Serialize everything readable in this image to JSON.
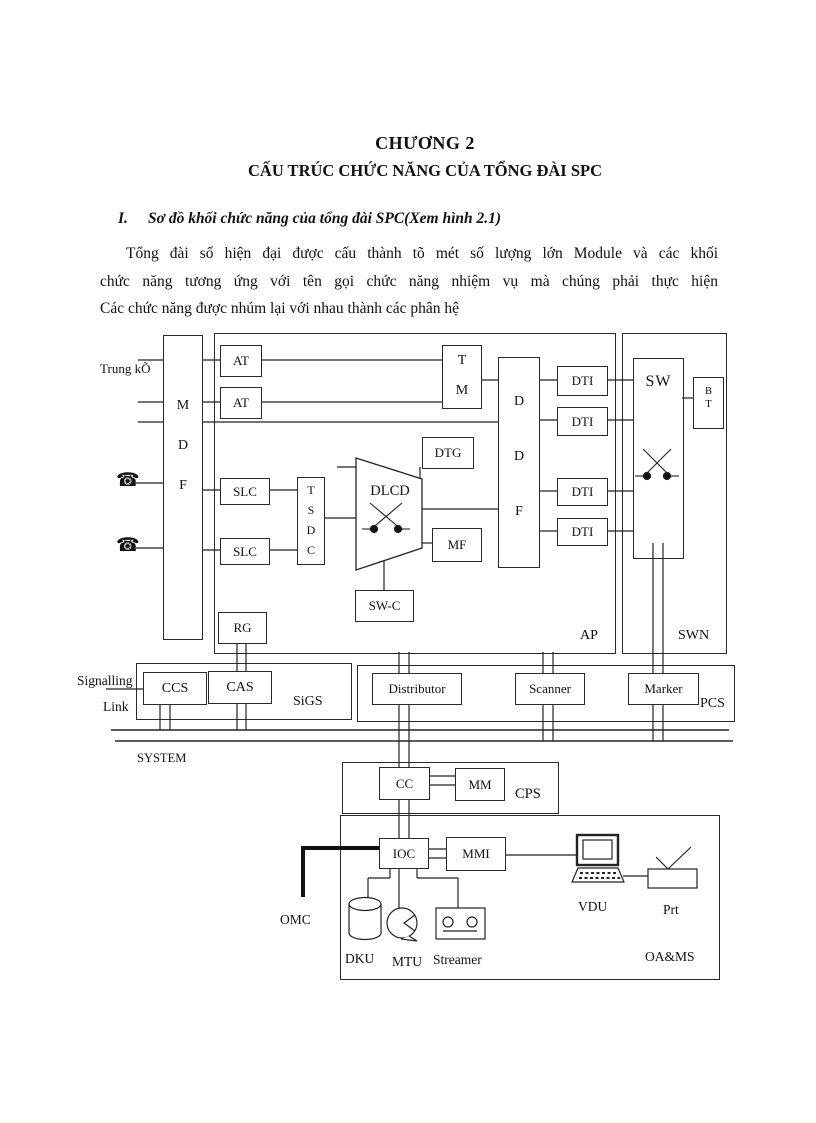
{
  "document": {
    "chapter_title": "CHƯƠNG 2",
    "chapter_subtitle": "CẤU TRÚC CHỨC NĂNG CỦA TỔNG ĐÀI SPC",
    "section": {
      "number": "I.",
      "heading": "Sơ đồ khối chức năng của tổng đài SPC(Xem hình 2.1)"
    },
    "paragraph_lines": [
      "Tổng đài số hiện đại được cấu thành tõ mét số lượng lớn Module và các khối",
      "chức năng tương ứng với tên gọi chức năng nhiệm vụ mà chúng phải thực hiện",
      "Các chức năng được nhúm lại với nhau thành các phân hệ"
    ]
  },
  "diagram": {
    "external_labels": {
      "trunk": "Trung kÕ",
      "signalling": "Signalling",
      "link": "Link",
      "system": "SYSTEM",
      "omc": "OMC"
    },
    "phone_icon_glyph": "☎",
    "blocks": {
      "mdf": [
        "M",
        "D",
        "F"
      ],
      "at": "AT",
      "slc": "SLC",
      "tsdc": [
        "T",
        "S",
        "D",
        "C"
      ],
      "tm": [
        "T",
        "M"
      ],
      "ddf": [
        "D",
        "D",
        "F"
      ],
      "dtg": "DTG",
      "dlcd": "DLCD",
      "mf": "MF",
      "swc": "SW-C",
      "rg": "RG",
      "dti": "DTI",
      "sw": "SW",
      "bt": [
        "B",
        "T"
      ],
      "ccs": "CCS",
      "cas": "CAS",
      "distributor": "Distributor",
      "scanner": "Scanner",
      "marker": "Marker",
      "cc": "CC",
      "mm": "MM",
      "ioc": "IOC",
      "mmi": "MMI"
    },
    "subsystems": {
      "ap": "AP",
      "swn": "SWN",
      "sigs": "SiGS",
      "pcs": "PCS",
      "cps": "CPS",
      "oams": "OA&MS"
    },
    "devices": {
      "vdu": "VDU",
      "prt": "Prt",
      "dku": "DKU",
      "mtu": "MTU",
      "streamer": "Streamer"
    }
  }
}
